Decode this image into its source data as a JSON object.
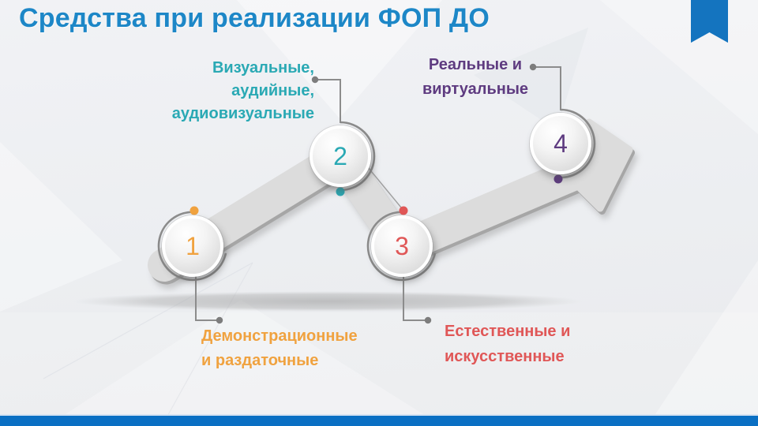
{
  "slide": {
    "title": "Средства при реализации ФОП ДО",
    "title_color": "#1d87c7",
    "bookmark_color": "#1474bf",
    "footer_bar_color": "#0a6fc3",
    "background_color": "#eef0f3"
  },
  "diagram": {
    "type": "staged-zigzag-arrow-process",
    "arrow_color": "#dcdcdc",
    "arrow_shadow_color": "#a6a6a6",
    "connector_color": "#8c8c8c",
    "steps": [
      {
        "number": "1",
        "color": "#f0a23f",
        "label_lines": [
          "Демонстрационные",
          "и раздаточные"
        ]
      },
      {
        "number": "2",
        "color": "#2aa9b4",
        "label_lines": [
          "Визуальные,",
          "аудийные,",
          "аудиовизуальные"
        ]
      },
      {
        "number": "3",
        "color": "#e05757",
        "label_lines": [
          "Естественные и",
          "искусственные"
        ]
      },
      {
        "number": "4",
        "color": "#5e3b80",
        "label_lines": [
          "Реальные и",
          "виртуальные"
        ]
      }
    ]
  }
}
